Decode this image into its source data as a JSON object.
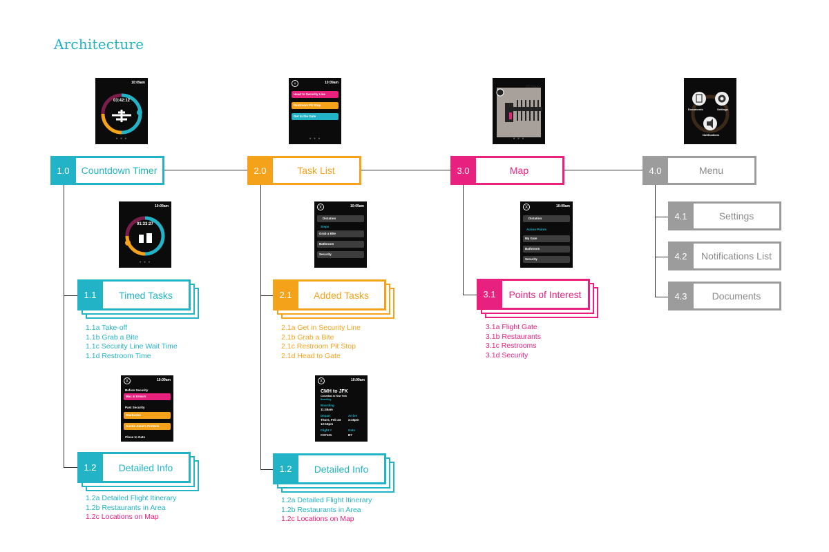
{
  "title": "Architecture",
  "colors": {
    "teal": "#22b3c6",
    "orange": "#f5a21b",
    "pink": "#e8207e",
    "gray": "#9c9c9c"
  },
  "nodes": {
    "n1_0": {
      "num": "1.0",
      "label": "Countdown Timer"
    },
    "n2_0": {
      "num": "2.0",
      "label": "Task List"
    },
    "n3_0": {
      "num": "3.0",
      "label": "Map"
    },
    "n4_0": {
      "num": "4.0",
      "label": "Menu"
    },
    "n1_1": {
      "num": "1.1",
      "label": "Timed Tasks"
    },
    "n1_2": {
      "num": "1.2",
      "label": "Detailed Info"
    },
    "n2_1": {
      "num": "2.1",
      "label": "Added Tasks"
    },
    "n2_2": {
      "num": "1.2",
      "label": "Detailed Info"
    },
    "n3_1": {
      "num": "3.1",
      "label": "Points of Interest"
    },
    "n4_1": {
      "num": "4.1",
      "label": "Settings"
    },
    "n4_2": {
      "num": "4.2",
      "label": "Notifications List"
    },
    "n4_3": {
      "num": "4.3",
      "label": "Documents"
    }
  },
  "subitems": {
    "n1_1": [
      "1.1a Take-off",
      "1.1b Grab a Bite",
      "1.1c Security Line Wait Time",
      "1.1d Restroom Time"
    ],
    "n1_2": [
      "1.2a Detailed Flight Itinerary",
      "1.2b Restaurants in Area",
      "1.2c Locations on Map"
    ],
    "n2_1": [
      "2.1a Get in Security Line",
      "2.1b Grab a Bite",
      "2.1c Restroom Pit Stop",
      "2.1d Head to Gate"
    ],
    "n2_2": [
      "1.2a Detailed Flight Itinerary",
      "1.2b Restaurants in Area",
      "1.2c Locations on Map"
    ],
    "n3_1": [
      "3.1a Flight Gate",
      "3.1b Restaurants",
      "3.1c Restrooms",
      "3.1d Security"
    ]
  },
  "screens": {
    "timer": {
      "time": "10:09am",
      "countdown": "03:42:12"
    },
    "tasklist": {
      "time": "10:09am",
      "rows": [
        "Head to Security Line",
        "Restroom Pit Stop",
        "Get to the Gate"
      ]
    },
    "map": {
      "time": "10:09am"
    },
    "menu": {
      "items": [
        "Documents",
        "Settings",
        "Notifications"
      ]
    },
    "timed": {
      "time": "10:09am",
      "countdown": "01:33:27"
    },
    "added": {
      "time": "10:09am",
      "dictation": "Dictation",
      "steps": "Steps",
      "rows": [
        "Grab a Bite",
        "Bathroom",
        "Security"
      ]
    },
    "poi": {
      "time": "10:09am",
      "dictation": "Dictation",
      "header": "Action Points",
      "rows": [
        "My Gate",
        "Bathroom",
        "Security"
      ]
    },
    "detail1": {
      "time": "10:09am",
      "before": "Before Security",
      "row1": "Max & Erma's",
      "after": "Past Security",
      "row2": "Starbucks",
      "row3": "Auntie Anne's Pretzels",
      "gate": "Close to Gate"
    },
    "detail2": {
      "time": "10:09am",
      "route": "CMH to JFK",
      "city": "Columbus to New York",
      "status": "Boarding",
      "boarding_label": "Boarding",
      "boarding_time": "11:45am",
      "depart_label": "Depart",
      "depart_val": "Thurs, Feb 23",
      "depart_time": "12:15pm",
      "arrive_label": "Arrive",
      "arrive_val": "2:15pm",
      "flight_label": "Flight #",
      "flight_val": "CX7121",
      "gate_label": "Gate",
      "gate_val": "B7"
    }
  }
}
